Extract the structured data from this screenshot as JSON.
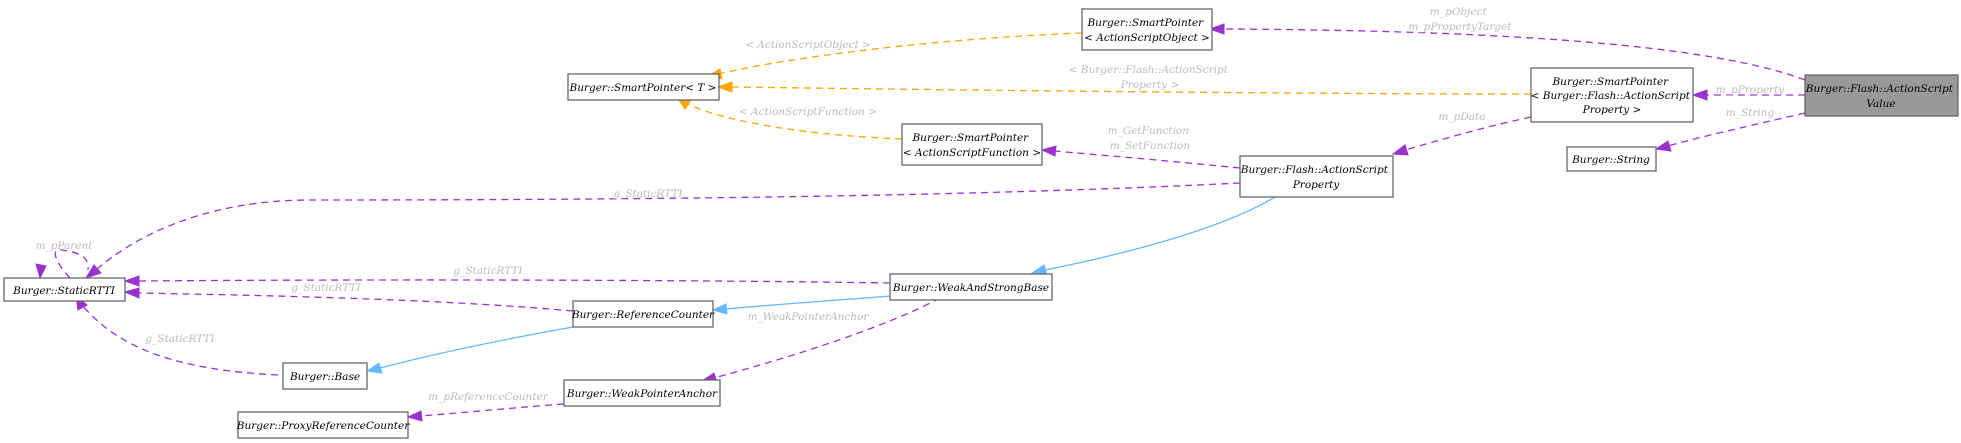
{
  "nodes": {
    "actionscript_value": [
      "Burger::Flash::ActionScript",
      "Value"
    ],
    "sp_actionscriptobject": [
      "Burger::SmartPointer",
      "< ActionScriptObject >"
    ],
    "sp_t": [
      "Burger::SmartPointer< T >"
    ],
    "sp_property": [
      "Burger::SmartPointer",
      "< Burger::Flash::ActionScript",
      "Property >"
    ],
    "string": [
      "Burger::String"
    ],
    "sp_actionscriptfunction": [
      "Burger::SmartPointer",
      "< ActionScriptFunction >"
    ],
    "actionscript_property": [
      "Burger::Flash::ActionScript",
      "Property"
    ],
    "static_rtti": [
      "Burger::StaticRTTI"
    ],
    "weak_strong_base": [
      "Burger::WeakAndStrongBase"
    ],
    "reference_counter": [
      "Burger::ReferenceCounter"
    ],
    "base": [
      "Burger::Base"
    ],
    "weak_pointer_anchor": [
      "Burger::WeakPointerAnchor"
    ],
    "proxy_ref_counter": [
      "Burger::ProxyReferenceCounter"
    ]
  },
  "edge_labels": {
    "m_pobject": [
      "m_pObject",
      "m_pPropertyTarget"
    ],
    "tmpl_actionscriptobject": [
      "< ActionScriptObject >"
    ],
    "tmpl_property": [
      "< Burger::Flash::ActionScript",
      "Property >"
    ],
    "m_pproperty": [
      "m_pProperty"
    ],
    "m_string": [
      "m_String"
    ],
    "tmpl_actionscriptfunction": [
      "< ActionScriptFunction >"
    ],
    "m_pdata": [
      "m_pData"
    ],
    "m_getfunction": [
      "m_GetFunction",
      "m_SetFunction"
    ],
    "g_staticrtti_top": [
      "g_StaticRTTI"
    ],
    "m_pparent": [
      "m_pParent"
    ],
    "g_staticrtti_wsb": [
      "g_StaticRTTI"
    ],
    "g_staticrtti_rc": [
      "g_StaticRTTI"
    ],
    "m_weakpointeranchor": [
      "m_WeakPointerAnchor"
    ],
    "g_staticrtti_base": [
      "g_StaticRTTI"
    ],
    "m_preferencecounter": [
      "m_pReferenceCounter"
    ]
  },
  "colors": {
    "member_edge": "#9a32cd",
    "template_edge": "#ffa500",
    "inheritance_edge": "#63b8ff",
    "focus_node_fill": "#999999",
    "edge_label_text": "#bbbbbb"
  }
}
